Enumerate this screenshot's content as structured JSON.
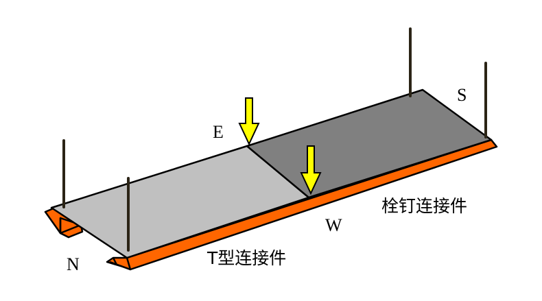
{
  "labels": {
    "east": "E",
    "south": "S",
    "west": "W",
    "north": "N",
    "t_connector": "T型连接件",
    "stud_connector": "栓钉连接件"
  },
  "colors": {
    "girder": "#ff6600",
    "slab_light": "#c0c0c0",
    "slab_dark": "#808080",
    "arrow": "#ffff00",
    "rod": "#2b2416"
  }
}
